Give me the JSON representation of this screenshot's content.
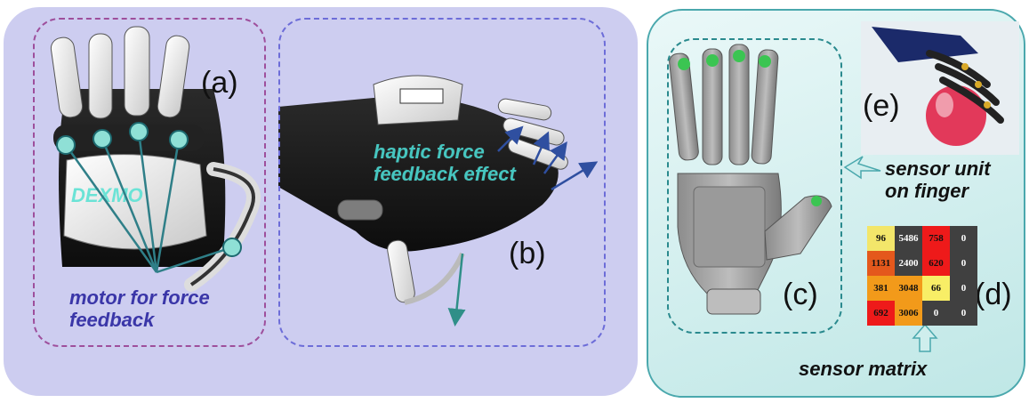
{
  "labels": {
    "a": "(a)",
    "b": "(b)",
    "c": "(c)",
    "d": "(d)",
    "e": "(e)"
  },
  "captions": {
    "motor_line1": "motor for force",
    "motor_line2": "feedback",
    "haptic_line1": "haptic force",
    "haptic_line2": "feedback effect",
    "sensor_unit_line1": "sensor unit",
    "sensor_unit_line2": "on finger",
    "sensor_matrix": "sensor matrix"
  },
  "logo_text": "DEXMO",
  "sensor_matrix": {
    "rows": [
      [
        "96",
        "5486",
        "758",
        "0"
      ],
      [
        "1131",
        "2400",
        "620",
        "0"
      ],
      [
        "381",
        "3048",
        "66",
        "0"
      ],
      [
        "692",
        "3006",
        "0",
        "0"
      ]
    ],
    "colors": [
      [
        "#f3e66a",
        "#404040",
        "#ee1a1a",
        "#404040"
      ],
      [
        "#e4581c",
        "#404040",
        "#ee1a1a",
        "#404040"
      ],
      [
        "#f29a1a",
        "#f29a1a",
        "#f8ee66",
        "#404040"
      ],
      [
        "#ee1a1a",
        "#f29a1a",
        "#404040",
        "#404040"
      ]
    ]
  },
  "colors": {
    "left_panel": "#cdcdf0",
    "right_panel_border": "#4aa8ad",
    "motor_caption": "#3a36a8",
    "haptic_caption": "#46c6c0",
    "motor_dot": "#8fe0d6",
    "arrow": "#2f8f88"
  }
}
